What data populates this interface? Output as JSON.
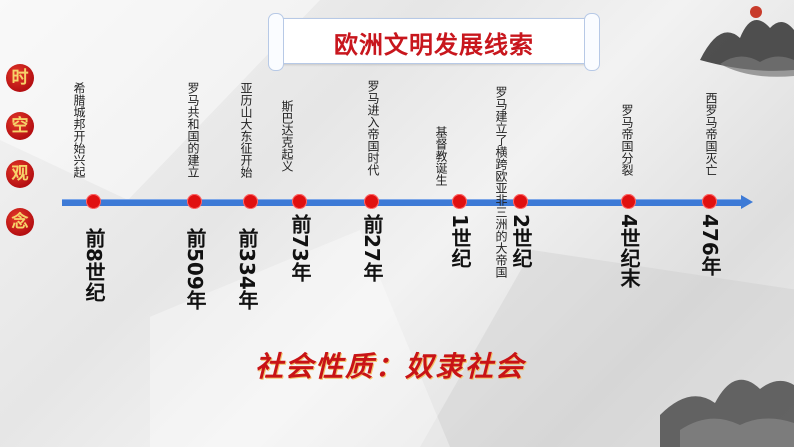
{
  "title": "欧洲文明发展线索",
  "side_label": [
    "时",
    "空",
    "观",
    "念"
  ],
  "events": [
    {
      "text": "希腊城邦开始兴起",
      "date": "前8世纪"
    },
    {
      "text": "罗马共和国的建立",
      "date": "前509年"
    },
    {
      "text": "亚历山大东征开始",
      "date": "前334年"
    },
    {
      "text": "斯巴达克起义",
      "date": "前73年"
    },
    {
      "text": "罗马进入帝国时代",
      "date": "前27年"
    },
    {
      "text": "基督教诞生",
      "date": "1世纪"
    },
    {
      "text": "罗马建立了横跨欧亚非三洲的大帝国",
      "date": "2世纪"
    },
    {
      "text": "罗马帝国分裂",
      "date": "4世纪末"
    },
    {
      "text": "西罗马帝国灭亡",
      "date": "476年"
    }
  ],
  "footer": "社会性质：奴隶社会",
  "colors": {
    "accent": "#c8161d",
    "axis": "#3d7ad6",
    "dot": "#e01010"
  }
}
